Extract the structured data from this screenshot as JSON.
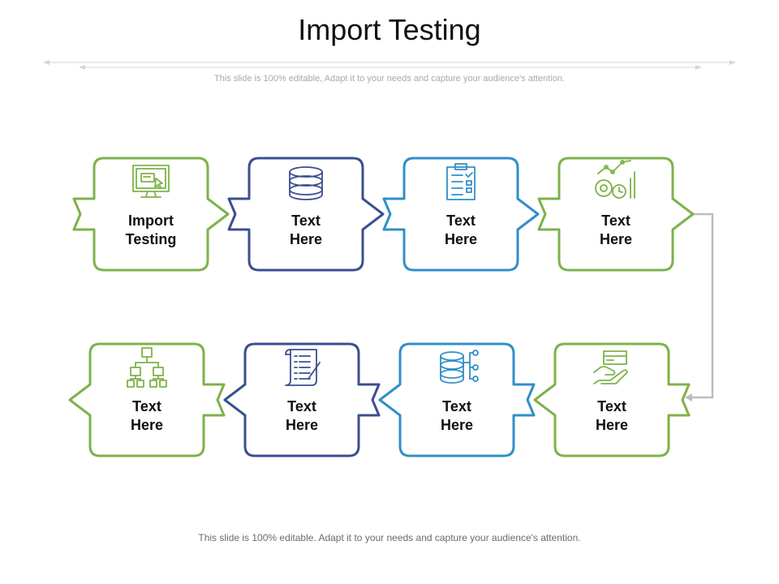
{
  "title": "Import Testing",
  "subtitle": "This slide is 100% editable, Adapt it to your needs and capture your audience's attention.",
  "footer": "This slide is 100% editable. Adapt it to your needs and capture your audience's attention.",
  "colors": {
    "green": "#7db249",
    "navy": "#3b4f8f",
    "blue": "#2f8fc8",
    "connector": "#bdbdbd"
  },
  "cards": [
    {
      "lines": [
        "Import",
        "Testing"
      ],
      "color": "green",
      "icon": "computer-screen-icon"
    },
    {
      "lines": [
        "Text",
        "Here"
      ],
      "color": "navy",
      "icon": "database-icon"
    },
    {
      "lines": [
        "Text",
        "Here"
      ],
      "color": "blue",
      "icon": "clipboard-checklist-icon"
    },
    {
      "lines": [
        "Text",
        "Here"
      ],
      "color": "green",
      "icon": "gears-chart-icon"
    },
    {
      "lines": [
        "Text",
        "Here"
      ],
      "color": "green",
      "icon": "sitemap-icon"
    },
    {
      "lines": [
        "Text",
        "Here"
      ],
      "color": "navy",
      "icon": "scroll-document-icon"
    },
    {
      "lines": [
        "Text",
        "Here"
      ],
      "color": "blue",
      "icon": "database-network-icon"
    },
    {
      "lines": [
        "Text",
        "Here"
      ],
      "color": "green",
      "icon": "hand-card-payment-icon"
    }
  ]
}
